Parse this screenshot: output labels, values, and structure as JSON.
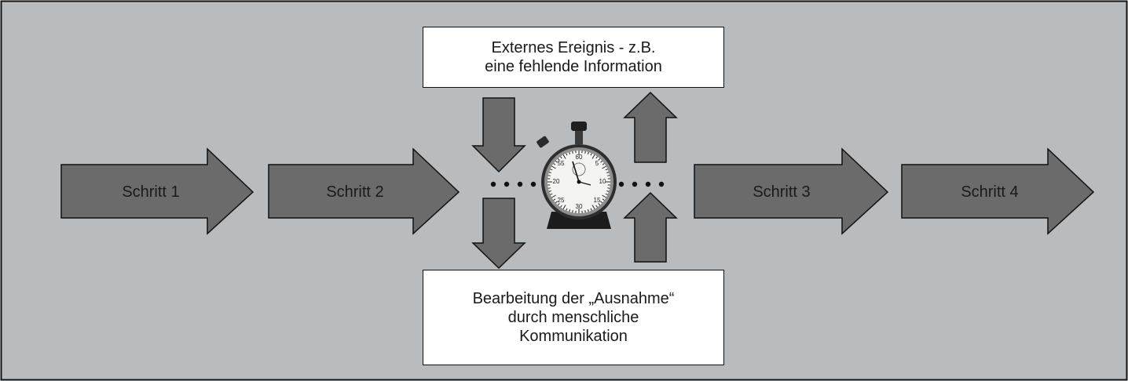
{
  "colors": {
    "background": "#b8bcbf",
    "arrow_fill": "#6b6b6b",
    "box_fill": "#ffffff",
    "stroke": "#111111"
  },
  "steps": [
    {
      "label": "Schritt 1"
    },
    {
      "label": "Schritt 2"
    },
    {
      "label": "Schritt 3"
    },
    {
      "label": "Schritt 4"
    }
  ],
  "event_box": {
    "line1": "Externes Ereignis - z.B.",
    "line2": "eine fehlende Information"
  },
  "handling_box": {
    "line1": "Bearbeitung der „Ausnahme“",
    "line2": "durch menschliche",
    "line3": "Kommunikation"
  },
  "center_icon": "stopwatch-icon"
}
